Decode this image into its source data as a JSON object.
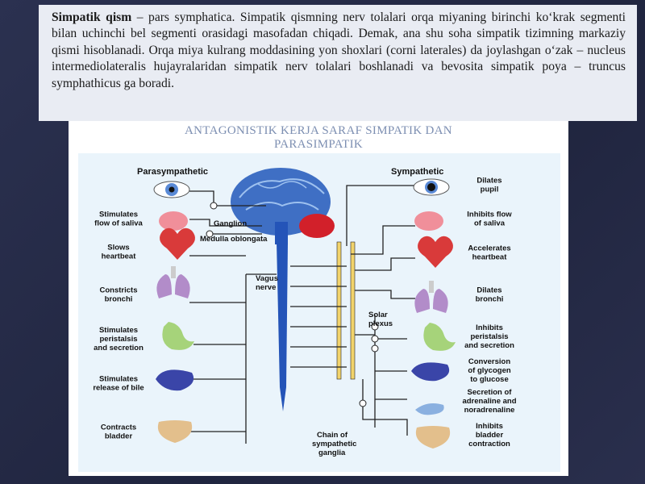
{
  "paragraph": {
    "term": "Simpatik qism",
    "body": " – pars symphatica. Simpatik qismning nerv tolalari orqa miyaning birinchi ko‘krak segmenti bilan uchinchi bel segmenti orasidagi masofadan chiqadi. Demak, ana shu soha simpatik tizimning markaziy qismi hisoblanadi. Orqa miya kulrang moddasining yon shoxlari (corni laterales) da joylashgan o‘zak – nucleus intermediolateralis hujayralaridan simpatik nerv tolalari boshlanadi va bevosita simpatik poya – truncus symphathicus ga boradi."
  },
  "slide_title": {
    "line1": "ANTAGONISTIK KERJA SARAF SIMPATIK DAN",
    "line2": "PARASIMPATIK"
  },
  "diagram": {
    "left_header": "Parasympathetic",
    "right_header": "Sympathetic",
    "parasympathetic_effects": [
      [
        "Stimulates",
        "flow of saliva"
      ],
      [
        "Slows",
        "heartbeat"
      ],
      [
        "Constricts",
        "bronchi"
      ],
      [
        "Stimulates",
        "peristalsis",
        "and secretion"
      ],
      [
        "Stimulates",
        "release of bile"
      ],
      [
        "Contracts",
        "bladder"
      ]
    ],
    "sympathetic_effects": [
      [
        "Dilates",
        "pupil"
      ],
      [
        "Inhibits flow",
        "of saliva"
      ],
      [
        "Accelerates",
        "heartbeat"
      ],
      [
        "Dilates",
        "bronchi"
      ],
      [
        "Inhibits",
        "peristalsis",
        "and secretion"
      ],
      [
        "Conversion",
        "of glycogen",
        "to glucose"
      ],
      [
        "Secretion of",
        "adrenaline and",
        "noradrenaline"
      ],
      [
        "Inhibits",
        "bladder",
        "contraction"
      ]
    ],
    "center_labels": {
      "ganglion": "Ganglion",
      "medulla": "Medulla oblongata",
      "vagus": [
        "Vagus",
        "nerve"
      ],
      "solar": [
        "Solar",
        "plexus"
      ],
      "chain": [
        "Chain of",
        "sympathetic",
        "ganglia"
      ]
    },
    "colors": {
      "brain": "#3f6fc4",
      "spinal_cord": "#2454b8",
      "medulla": "#d2202a",
      "sympathetic_chain": "#f2d36b",
      "nerve_line": "#222222"
    }
  }
}
